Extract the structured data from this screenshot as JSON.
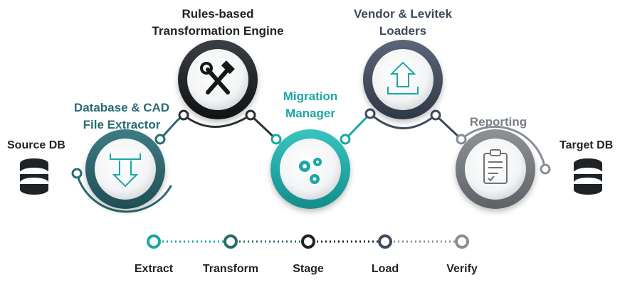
{
  "nodes": {
    "extractor": {
      "title_line1": "Database & CAD",
      "title_line2": "File Extractor",
      "color": "#2a6b72"
    },
    "transformer": {
      "title_line1": "Rules-based",
      "title_line2": "Transformation Engine",
      "color": "#1f2326"
    },
    "manager": {
      "title_line1": "Migration",
      "title_line2": "Manager",
      "color": "#1aa8a6"
    },
    "loaders": {
      "title_line1": "Vendor & Levitek",
      "title_line2": "Loaders",
      "color": "#3f4a5c"
    },
    "reporting": {
      "title": "Reporting",
      "color": "#7a7f85"
    }
  },
  "endpoints": {
    "source": "Source DB",
    "target": "Target DB"
  },
  "steps": [
    "Extract",
    "Transform",
    "Stage",
    "Load",
    "Verify"
  ],
  "icons": {
    "source": "database-icon",
    "extractor": "download-arrow-icon",
    "transformer": "wrench-hammer-icon",
    "manager": "gears-icon",
    "loaders": "upload-arrow-icon",
    "reporting": "clipboard-checklist-icon",
    "target": "database-icon"
  }
}
